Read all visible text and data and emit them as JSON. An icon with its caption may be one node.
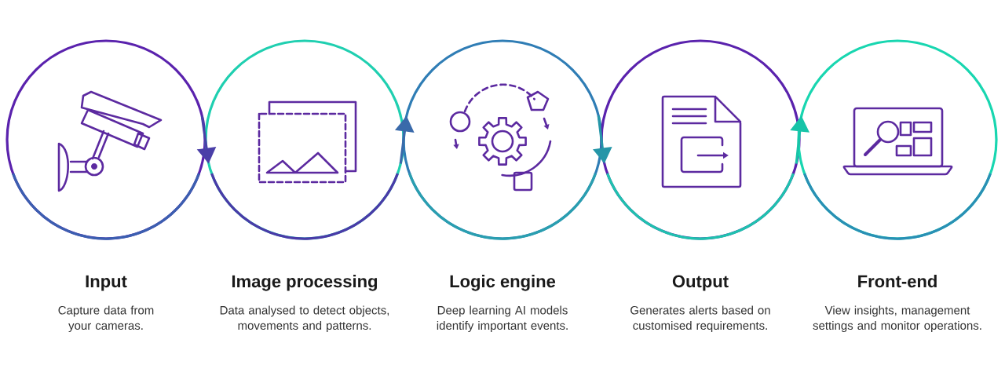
{
  "diagram": {
    "nodes": [
      {
        "text": [
          "Input"
        ]
      },
      {
        "text": [
          "Image processing"
        ]
      },
      {
        "text": [
          "Logic engine"
        ]
      },
      {
        "text": [
          "Output"
        ]
      },
      {
        "text": [
          "Front-end"
        ]
      }
    ],
    "edges": [
      {
        "from": 0,
        "to": 1,
        "arrow": "to",
        "color": "#4a3fa8"
      },
      {
        "from": 1,
        "to": 2,
        "arrow": "to",
        "color": "#3a6aaa"
      },
      {
        "from": 2,
        "to": 3,
        "arrow": "to",
        "color": "#2596a8"
      },
      {
        "from": 3,
        "to": 4,
        "arrow": "to",
        "color": "#17c4a8"
      }
    ],
    "labels": [
      "Capture data from your cameras.",
      "Data analysed to detect objects, movements and patterns.",
      "Deep learning AI models identify important events.",
      "Generates alerts based on customised requirements.",
      "View insights, management settings and monitor operations."
    ]
  }
}
